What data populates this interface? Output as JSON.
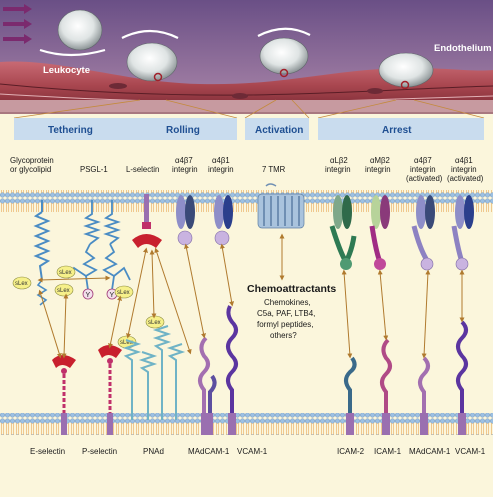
{
  "top": {
    "leukocyte_label": "Leukocyte",
    "endothelium_label": "Endothelium"
  },
  "stages": {
    "tethering": "Tethering",
    "rolling": "Rolling",
    "activation": "Activation",
    "arrest": "Arrest"
  },
  "molecules_top": {
    "glyco_line1": "Glycoprotein",
    "glyco_line2": "or glycolipid",
    "psgl1": "PSGL-1",
    "lselectin": "L-selectin",
    "a4b7_line1": "α4β7",
    "a4b7_line2": "integrin",
    "a4b1_line1": "α4β1",
    "a4b1_line2": "integrin",
    "tmr": "7 TMR",
    "alb2_line1": "αLβ2",
    "alb2_line2": "integrin",
    "amb2_line1": "αMβ2",
    "amb2_line2": "integrin",
    "a4b7act_line1": "α4β7",
    "a4b7act_line2": "integrin",
    "a4b7act_line3": "(activated)",
    "a4b1act_line1": "α4β1",
    "a4b1act_line2": "integrin",
    "a4b1act_line3": "(activated)"
  },
  "chemo": {
    "title": "Chemoattractants",
    "line1": "Chemokines,",
    "line2": "C5a, PAF, LTB4,",
    "line3": "formyl peptides,",
    "line4": "others?"
  },
  "sugar_label": "sLex",
  "y_label": "Y",
  "molecules_bottom": {
    "eselectin": "E-selectin",
    "pselectin": "P-selectin",
    "pnad": "PNAd",
    "madcam1_a": "MAdCAM-1",
    "vcam1_a": "VCAM-1",
    "icam2": "ICAM-2",
    "icam1": "ICAM-1",
    "madcam1_b": "MAdCAM-1",
    "vcam1_b": "VCAM-1"
  },
  "colors": {
    "cell_bg": "#fbf6dc",
    "membrane_blue": "#8fb4da",
    "vessel": "#b85862",
    "header_bar": "#c9dcee",
    "header_text": "#1f4f92",
    "arrow": "#b07a2e"
  }
}
